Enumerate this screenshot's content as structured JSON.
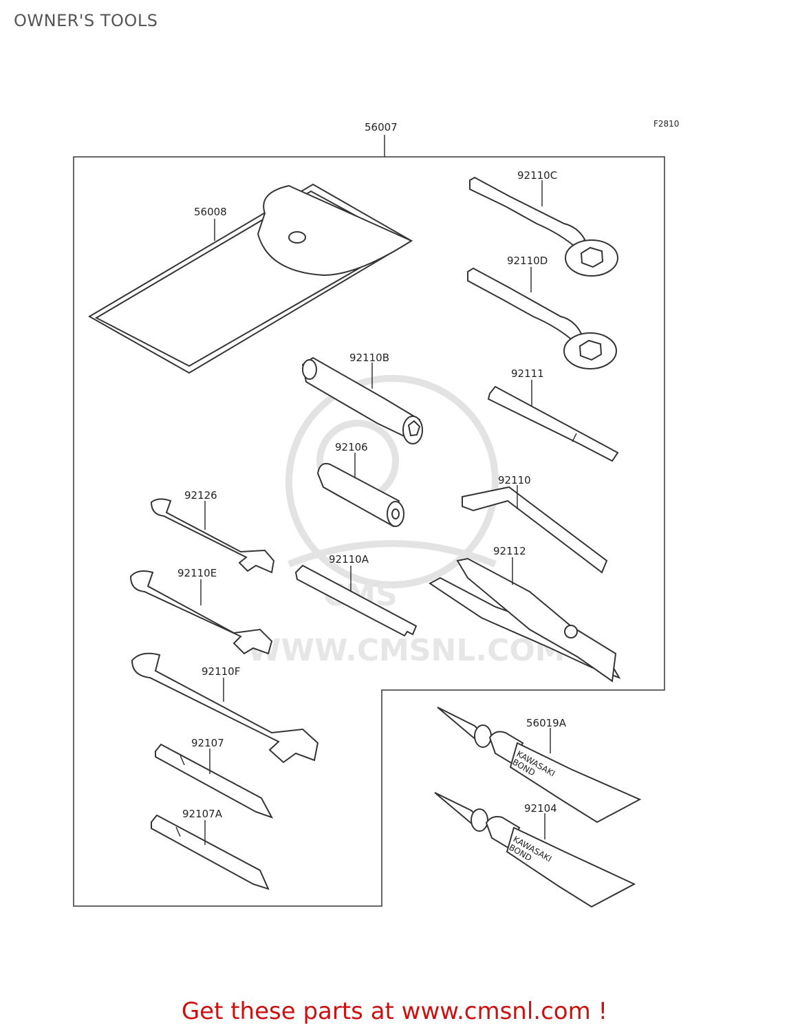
{
  "page": {
    "title": "OWNER'S TOOLS"
  },
  "diagram": {
    "figure_code": "F2810",
    "kit_part": "56007",
    "watermark": {
      "text": "WWW.CMSNL.COM",
      "logo_text": "CMS"
    },
    "parts": {
      "p56008": "56008",
      "p92110C": "92110C",
      "p92110D": "92110D",
      "p92110B": "92110B",
      "p92111": "92111",
      "p92106": "92106",
      "p92126": "92126",
      "p92110": "92110",
      "p92110E": "92110E",
      "p92110A": "92110A",
      "p92112": "92112",
      "p92110F": "92110F",
      "p92107": "92107",
      "p92107A": "92107A",
      "p56019A": "56019A",
      "p92104": "92104"
    },
    "tube_labels": {
      "brand": "KAWASAKI",
      "product": "BOND"
    }
  },
  "footer": {
    "link_text": "Get these parts at www.cmsnl.com !"
  },
  "colors": {
    "footer": "#cc1111",
    "title": "#555555",
    "line": "#333333"
  }
}
